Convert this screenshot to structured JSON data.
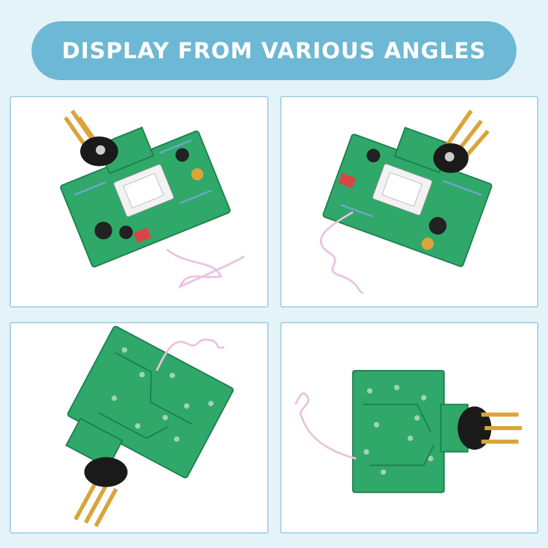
{
  "banner": {
    "title": "DISPLAY FROM VARIOUS ANGLES"
  },
  "colors": {
    "background": "#e3f3f8",
    "banner": "#6db8d4",
    "panel_border": "#a9d5e5",
    "pcb": "#2fa86a",
    "pcb_dark": "#1e7f4d",
    "brass": "#d9a53a"
  },
  "panels": [
    {
      "view": "front-left"
    },
    {
      "view": "front-right"
    },
    {
      "view": "back-rotated"
    },
    {
      "view": "back-side"
    }
  ]
}
